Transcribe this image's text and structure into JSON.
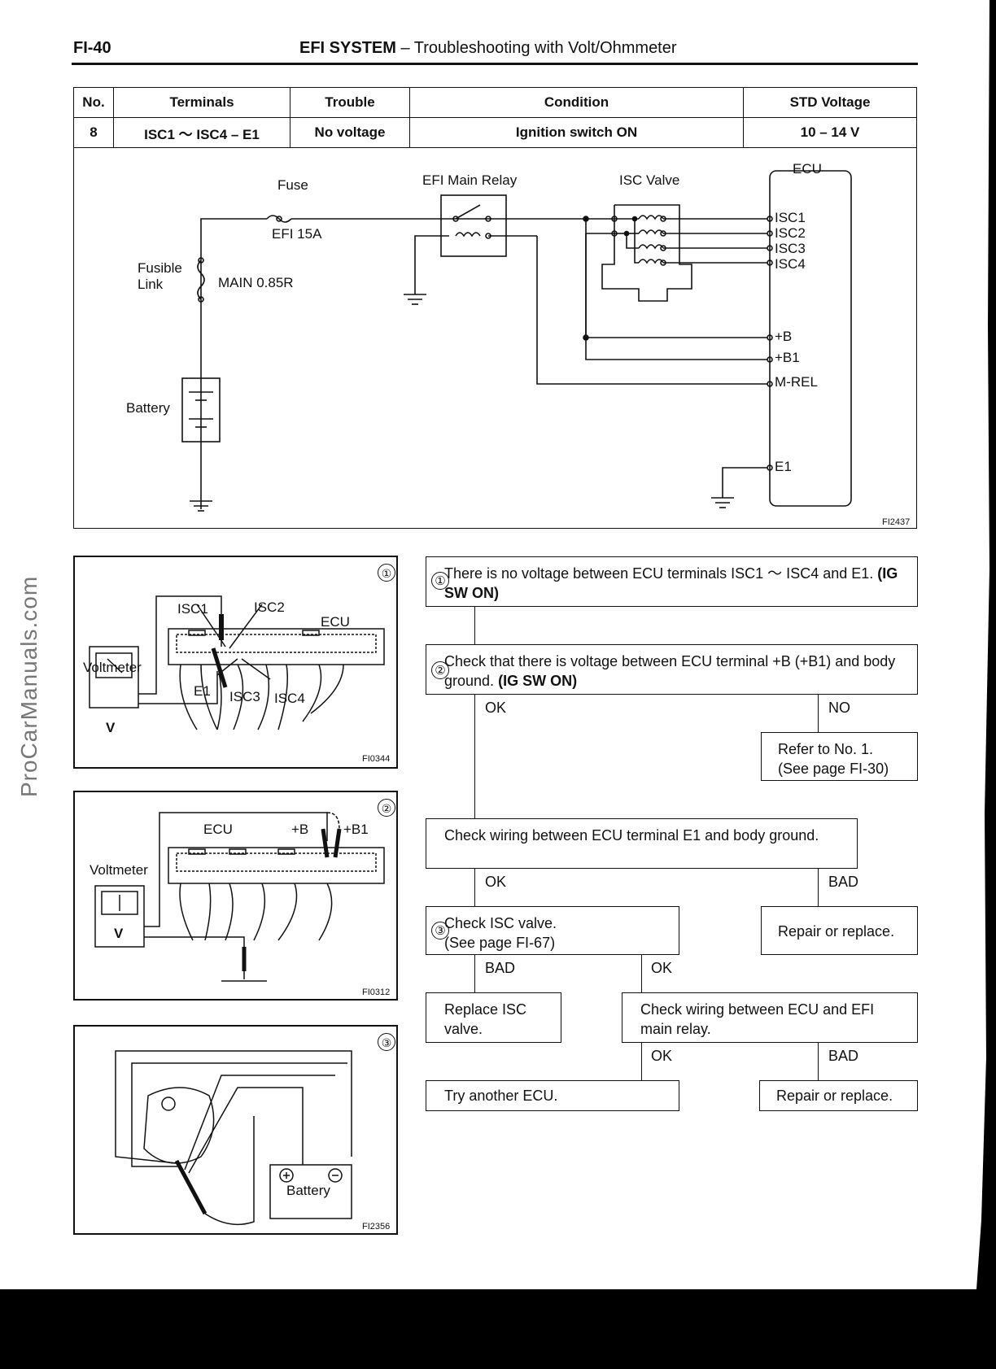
{
  "header": {
    "page_id": "FI-40",
    "title_bold": "EFI SYSTEM",
    "title_rest": " – Troubleshooting with Volt/Ohmmeter"
  },
  "spec_table": {
    "headers": [
      "No.",
      "Terminals",
      "Trouble",
      "Condition",
      "STD Voltage"
    ],
    "row": [
      "8",
      "ISC1 ～ ISC4 – E1",
      "No voltage",
      "Ignition switch ON",
      "10 – 14 V"
    ]
  },
  "circuit": {
    "fuse": "Fuse",
    "fuse_rating": "EFI 15A",
    "fusible_link": "Fusible\nLink",
    "main_link": "MAIN 0.85R",
    "battery": "Battery",
    "relay": "EFI Main Relay",
    "isc_valve": "ISC Valve",
    "ecu": "ECU",
    "terminals": [
      "ISC1",
      "ISC2",
      "ISC3",
      "ISC4",
      "+B",
      "+B1",
      "M-REL",
      "E1"
    ],
    "fig_code": "FI2437"
  },
  "fig1": {
    "number": "①",
    "isc1": "ISC1",
    "isc2": "ISC2",
    "ecu": "ECU",
    "voltmeter": "Voltmeter",
    "e1": "E1",
    "isc3": "ISC3",
    "isc4": "ISC4",
    "v": "V",
    "code": "FI0344"
  },
  "fig2": {
    "number": "②",
    "ecu": "ECU",
    "b": "+B",
    "b1": "+B1",
    "voltmeter": "Voltmeter",
    "v": "V",
    "code": "FI0312"
  },
  "fig3": {
    "number": "③",
    "battery": "Battery",
    "code": "FI2356"
  },
  "flow": {
    "step1_num": "①",
    "step1_text": "There is no voltage between ECU terminals ISC1 ～ ISC4 and E1.",
    "step1_bold": "(IG SW ON)",
    "step2_num": "②",
    "step2_text": "Check that there is voltage between ECU terminal +B (+B1) and body ground.",
    "step2_bold": "(IG SW ON)",
    "ok1": "OK",
    "no1": "NO",
    "refer": "Refer to No. 1.\n(See page FI-30)",
    "check_e1": "Check wiring between ECU terminal E1 and body ground.",
    "ok2": "OK",
    "bad1": "BAD",
    "step3_num": "③",
    "step3_text": "Check ISC valve.\n(See page FI-67)",
    "repair1": "Repair or replace.",
    "bad2": "BAD",
    "ok3": "OK",
    "replace_isc": "Replace ISC\nvalve.",
    "check_relay": "Check wiring between ECU and EFI main relay.",
    "ok4": "OK",
    "bad3": "BAD",
    "try_ecu": "Try another ECU.",
    "repair2": "Repair or replace."
  },
  "watermark": "ProCarManuals.com"
}
